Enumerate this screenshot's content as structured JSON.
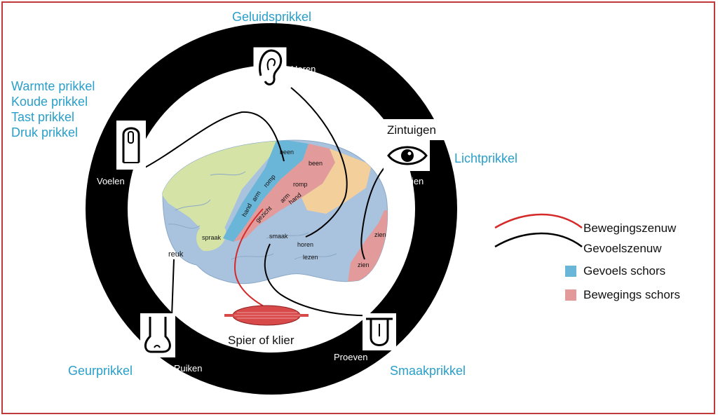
{
  "stimuli": {
    "sound": "Geluidsprikkel",
    "touch": [
      "Warmte prikkel",
      "Koude prikkel",
      "Tast prikkel",
      "Druk prikkel"
    ],
    "light": "Lichtprikkel",
    "smell": "Geurprikkel",
    "taste": "Smaakprikkel"
  },
  "senses": {
    "hearing": "Horen",
    "feeling": "Voelen",
    "seeing": "Zien",
    "smelling": "Ruiken",
    "tasting": "Proeven",
    "sense_organs": "Zintuigen"
  },
  "brain_regions": {
    "been_1": "been",
    "been_2": "been",
    "romp_1": "romp",
    "arm_1": "arm",
    "hand_1": "hand",
    "romp_2": "romp",
    "arm_2": "arm",
    "hand_2": "hand",
    "gezicht": "gezicht",
    "spraak": "spraak",
    "reuk": "reuk",
    "smaak": "smaak",
    "horen": "horen",
    "lezen": "lezen",
    "zien_1": "zien",
    "zien_2": "zien"
  },
  "effector": "Spier of klier",
  "legend": {
    "motor_nerve": "Bewegingszenuw",
    "sensory_nerve": "Gevoelszenuw",
    "sensory_cortex": "Gevoels schors",
    "motor_cortex": "Bewegings schors"
  },
  "colors": {
    "stimulus_text": "#2a9fc9",
    "frame": "#c0393b",
    "motor_nerve": "#d42a2a",
    "sensory_nerve": "#000000",
    "sensory_cortex": "#6ab6d8",
    "motor_cortex": "#e39a9a",
    "brain_base": "#a9c3de",
    "frontal_area": "#d5e3a6",
    "association_area": "#f3cf9c",
    "ring": "#000000"
  },
  "icons": [
    "ear-icon",
    "finger-icon",
    "eye-icon",
    "nose-icon",
    "tongue-icon",
    "muscle-icon"
  ]
}
